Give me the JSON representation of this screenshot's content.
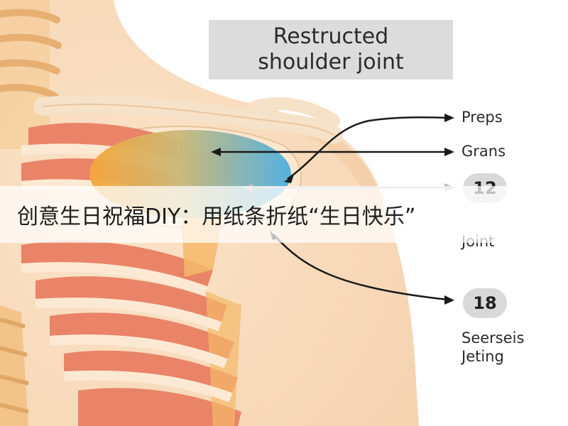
{
  "diagram": {
    "title_lines": [
      "Restructed",
      "shoulder joint"
    ],
    "labels": {
      "preps": "Preps",
      "grans": "Grans",
      "badge_12": "12",
      "joint": "Joint",
      "badge_18": "18",
      "seerseis": "Seerseis",
      "jeting": "Jeting"
    },
    "colors": {
      "skin": "#f8dcbc",
      "bone": "#fbe9d4",
      "muscle": "#e98468",
      "cartilage": "#f4b96a",
      "highlight_start": "#f5a63a",
      "highlight_end": "#4aaee2",
      "arrow": "#1a1a1a"
    }
  },
  "caption": {
    "text": "创意生日祝福DIY：用纸条折纸“生日快乐”"
  }
}
